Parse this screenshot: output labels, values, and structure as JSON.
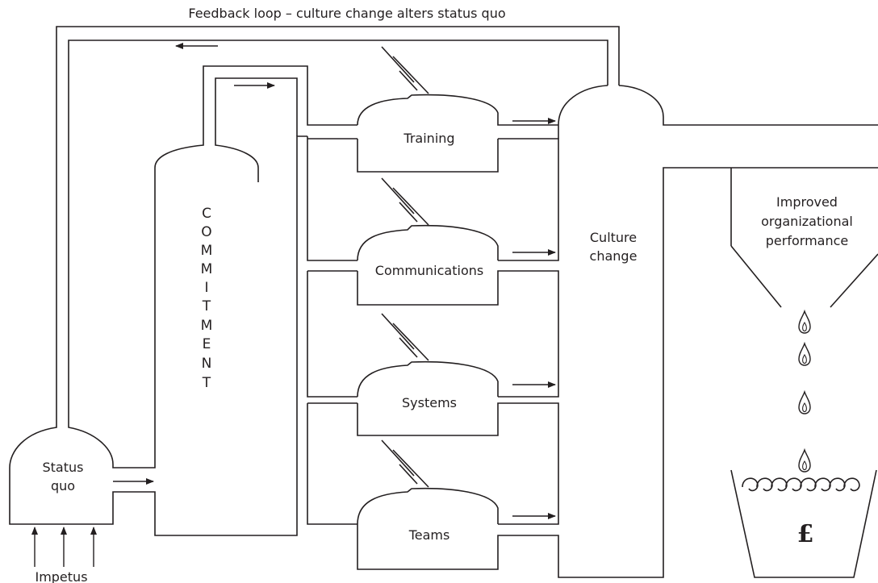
{
  "feedback_label": "Feedback loop – culture change alters status quo",
  "status_quo": {
    "line1": "Status",
    "line2": "quo"
  },
  "impetus_label": "Impetus",
  "commitment_letters": [
    "C",
    "O",
    "M",
    "M",
    "I",
    "T",
    "M",
    "E",
    "N",
    "T"
  ],
  "stills": [
    "Training",
    "Communications",
    "Systems",
    "Teams"
  ],
  "culture_change": {
    "line1": "Culture",
    "line2": "change"
  },
  "performance": {
    "line1": "Improved",
    "line2": "organizational",
    "line3": "performance"
  },
  "currency_symbol": "£"
}
